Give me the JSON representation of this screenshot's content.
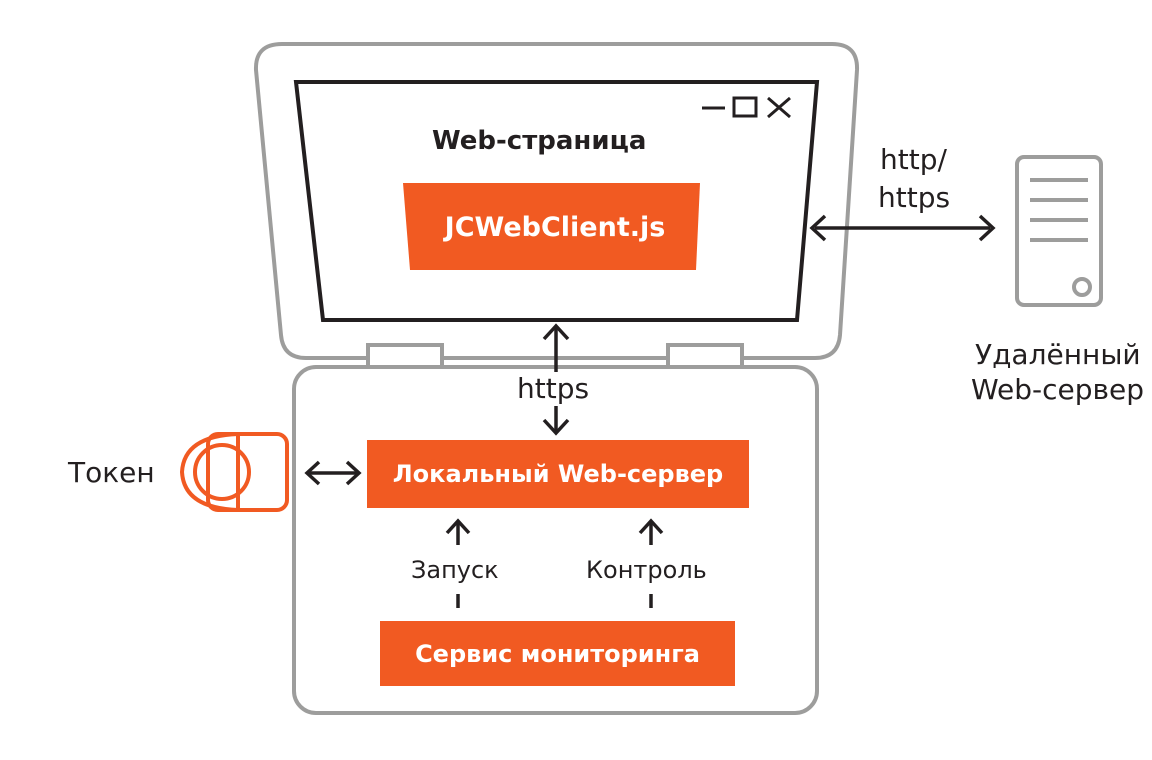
{
  "window_controls": [
    "minimize-icon",
    "maximize-icon",
    "close-icon"
  ],
  "colors": {
    "accent": "#F15A22",
    "outline": "#9D9D9C",
    "text": "#231F20"
  },
  "screen": {
    "title": "Web-страница",
    "client_label": "JCWebClient.js"
  },
  "link_remote": {
    "label_line1": "http/",
    "label_line2": "https"
  },
  "remote_server": {
    "label_line1": "Удалённый",
    "label_line2": "Web-сервер",
    "icon": "server-icon"
  },
  "link_local": {
    "label": "https"
  },
  "local_server": {
    "label": "Локальный Web-сервер"
  },
  "token": {
    "label": "Токен",
    "icon": "usb-token-icon"
  },
  "start_link": {
    "label": "Запуск"
  },
  "control_link": {
    "label": "Контроль"
  },
  "monitor_service": {
    "label": "Сервис мониторинга"
  }
}
